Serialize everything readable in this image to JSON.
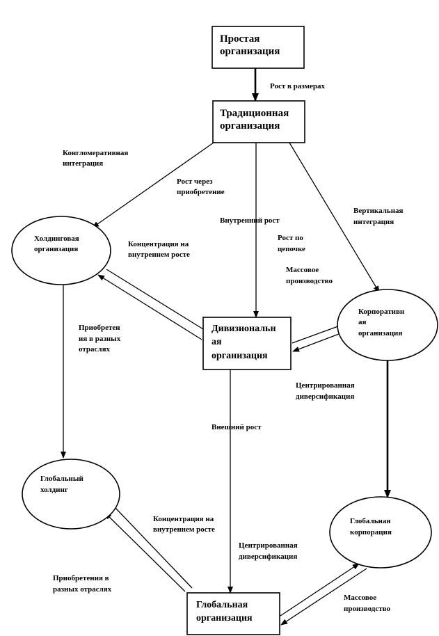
{
  "nodes": {
    "simple": [
      "Простая",
      "организация"
    ],
    "traditional": [
      "Традиционная",
      "организация"
    ],
    "holding": [
      "Холдинговая",
      "организация"
    ],
    "divisional": [
      "Дивизиональн",
      "ая",
      "организация"
    ],
    "corporate": [
      "Корпоративн",
      "ая",
      "организация"
    ],
    "global_holding": [
      "Глобальный",
      "холдинг"
    ],
    "global_corporation": [
      "Глобальная",
      "корпорация"
    ],
    "global_organization": [
      "Глобальная",
      "организация"
    ]
  },
  "labels": {
    "growth_size": [
      "Рост в размерах"
    ],
    "conglomerate": [
      "Конгломеративная",
      "интеграция"
    ],
    "growth_acq": [
      "Рост через",
      "приобретение"
    ],
    "internal_growth": [
      "Внутренний рост"
    ],
    "vertical": [
      "Вертикальная",
      "интеграция"
    ],
    "chain_growth": [
      "Рост по",
      "цепочке"
    ],
    "mass_prod_1": [
      "Массовое",
      "производство"
    ],
    "concentration_1": [
      "Концентрация на",
      "внутреннем росте"
    ],
    "acq_industries_1": [
      "Приобретен",
      "ия в разных",
      "отраслях"
    ],
    "centered_div_1": [
      "Центрированная",
      "диверсификация"
    ],
    "external_growth": [
      "Внешний рост"
    ],
    "concentration_2": [
      "Концентрация на",
      "внутреннем росте"
    ],
    "centered_div_2": [
      "Центрированная",
      "диверсификация"
    ],
    "acq_industries_2": [
      "Приобретения в",
      "разных отраслях"
    ],
    "mass_prod_2": [
      "Массовое",
      "производство"
    ]
  }
}
